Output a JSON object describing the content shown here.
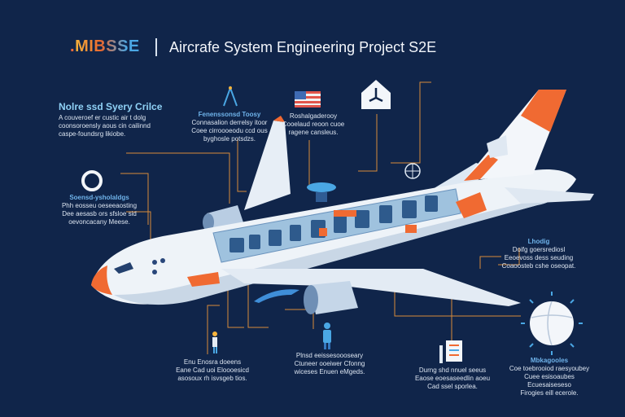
{
  "header": {
    "brand": "MIBSSE",
    "title": "Aircrafe System Engineering Project S2E"
  },
  "callouts": {
    "top_left": {
      "heading": "Nolre ssd Syery Crilce",
      "body": "A couveroef er custic air t dolg\ncoonsoroensly aous cin cailinnd\ncaspe-foundsrg likiobe."
    },
    "top_mid": {
      "heading": "Fenenssonsd Toosy",
      "body": "Connasalion derrelsy itoor\nCoee cirroooeodu ccd ous\nbyghosle potsdzs."
    },
    "top_flag": {
      "body": "Roshalgaderooy\nCooelaud reoon cuoe\nragene cansleus."
    },
    "mid_left": {
      "heading": "Soensd-ysholaldgs",
      "body": "Phh eosseu oeseeaosting\nDee aesasb ors sfsloe sid\noevoncacany Meese."
    },
    "right": {
      "heading": "Lhodig",
      "body": "Doifg goersrediosl\nEeoevoss dess seuding\nCoaoosteb cshe oseopat."
    },
    "bottom_left": {
      "body": "Enu Enosra doeens\nEane Cad uoi Eloooesicd\nasosoux rh isvsgeb tios."
    },
    "bottom_mid": {
      "body": "Plnsd eeissesoooseary\nCtuneer ooeiwer Cfonng\nwiceses Enuen eMgeds."
    },
    "bottom_right1": {
      "body": "Durng shd nnuel seeus\nEaose eoesaseedlin aoeu\nCad ssel sporlea."
    },
    "bottom_right2": {
      "heading": "Mbkagooles",
      "body": "Coe toebrooiod raesyoubey\nCuee esisoaubes Ecuesaiseseso\nFirogies eill ecerole."
    }
  },
  "colors": {
    "background": "#10254a",
    "accent_orange": "#f06a32",
    "accent_blue": "#4aa7e4",
    "fuselage": "#eef3f8"
  },
  "icons": [
    "compass-icon",
    "flag-icon",
    "tool-icon",
    "globe-icon",
    "lifebuoy-icon",
    "radar-dish-icon",
    "person-icon",
    "engineer-icon",
    "checklist-icon",
    "gauge-icon"
  ]
}
